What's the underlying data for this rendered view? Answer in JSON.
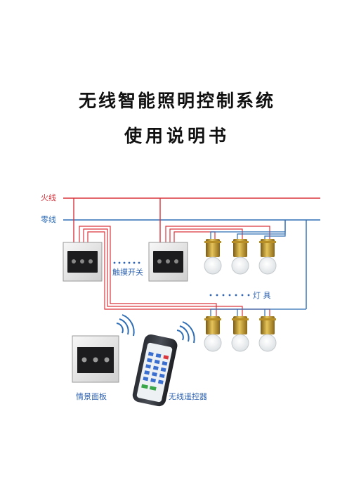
{
  "document": {
    "title_line1": "无线智能照明控制系统",
    "title_line2": "使用说明书"
  },
  "diagram": {
    "live_wire_label": "火线",
    "neutral_wire_label": "零线",
    "touch_switch_label": "触摸开关",
    "lamp_label": "灯 具",
    "scene_panel_label": "情景面板",
    "remote_label": "无线遥控器",
    "colors": {
      "live": "#d9363e",
      "neutral": "#2f6db5",
      "text": "#2f63b0"
    }
  }
}
